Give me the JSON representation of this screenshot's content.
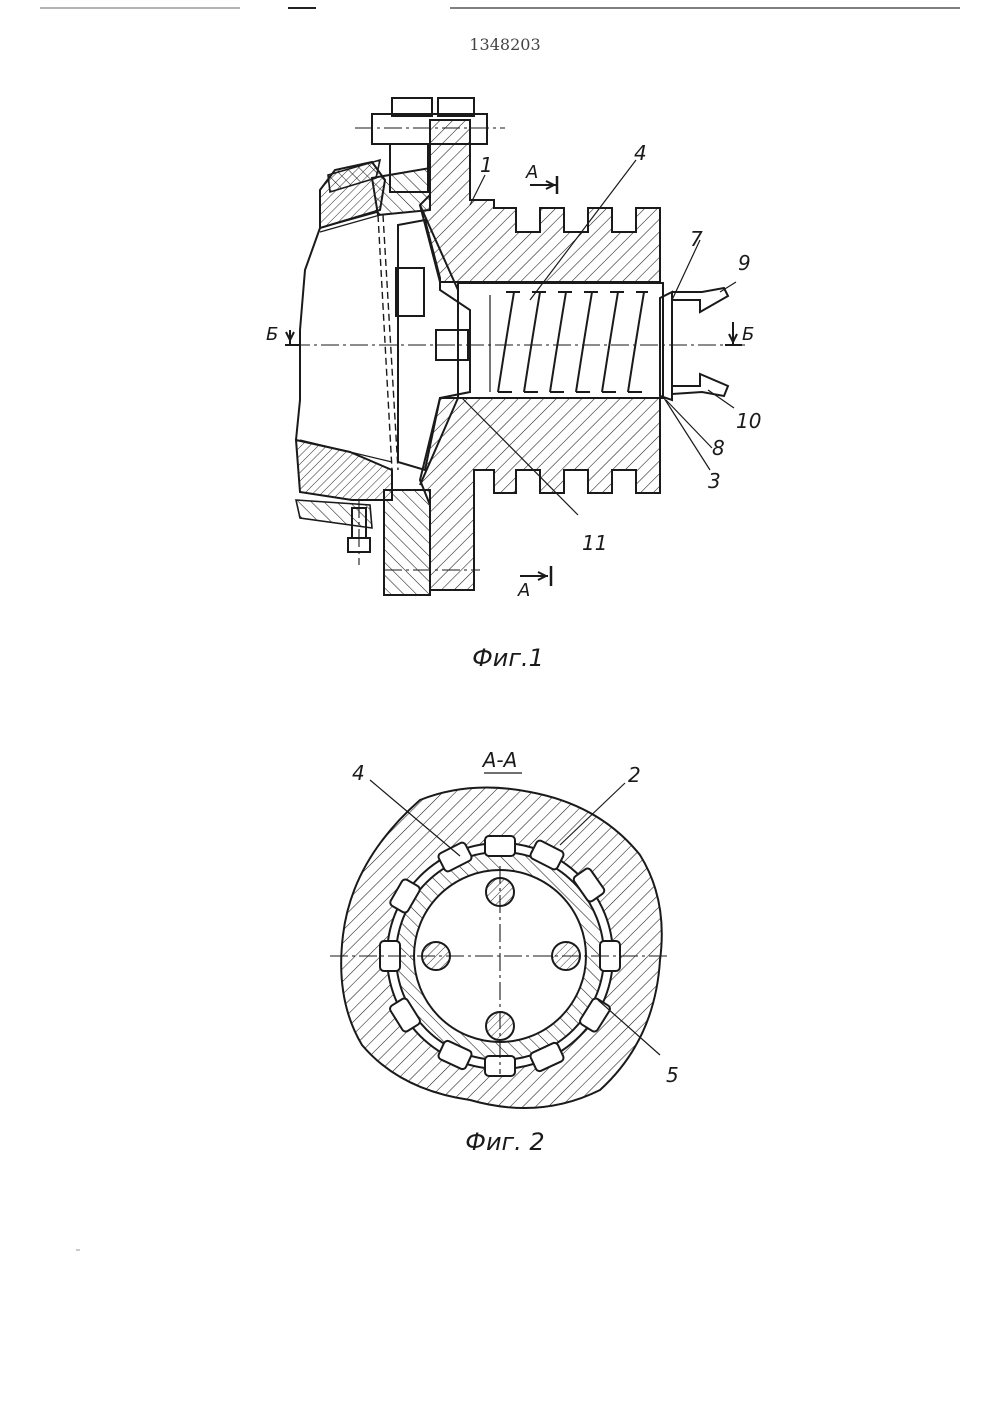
{
  "document": {
    "patent_number": "1348203"
  },
  "figure1": {
    "caption": "Фиг.1",
    "section_letters": {
      "a_top": "А",
      "a_bottom": "А",
      "b_left": "Б",
      "b_right": "Б"
    },
    "labels": {
      "l1": "1",
      "l3": "3",
      "l4": "4",
      "l7": "7",
      "l8": "8",
      "l9": "9",
      "l10": "10",
      "l11": "11"
    }
  },
  "figure2": {
    "caption": "Фиг. 2",
    "section_title": "А-А",
    "labels": {
      "l2": "2",
      "l4": "4",
      "l5": "5"
    }
  }
}
